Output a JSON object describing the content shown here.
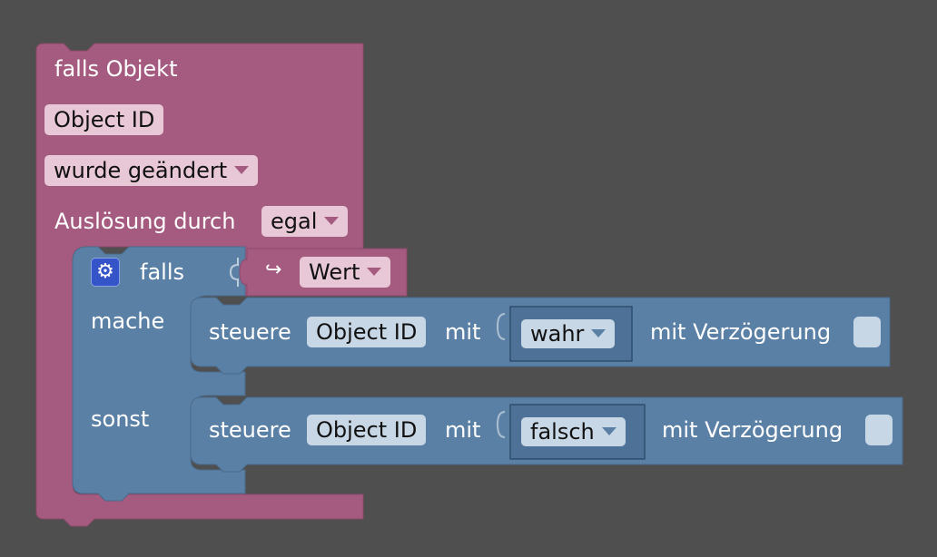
{
  "trigger_block": {
    "title": "falls Objekt",
    "object_field": "Object ID",
    "event_dropdown": "wurde geändert",
    "trigger_label": "Auslösung durch",
    "trigger_dropdown": "egal",
    "color": "#a55b80"
  },
  "if_block": {
    "label_if": "falls",
    "label_do": "mache",
    "label_else": "sonst",
    "settings_icon": "gear-icon",
    "color": "#5b80a5"
  },
  "value_block": {
    "icon": "return-arrow-icon",
    "arrow_glyph": "↪",
    "dropdown": "Wert"
  },
  "control_block_1": {
    "label": "steuere",
    "object_field": "Object ID",
    "with_label": "mit",
    "value_dropdown": "wahr",
    "delay_label": "mit Verzögerung"
  },
  "control_block_2": {
    "label": "steuere",
    "object_field": "Object ID",
    "with_label": "mit",
    "value_dropdown": "falsch",
    "delay_label": "mit Verzögerung"
  }
}
